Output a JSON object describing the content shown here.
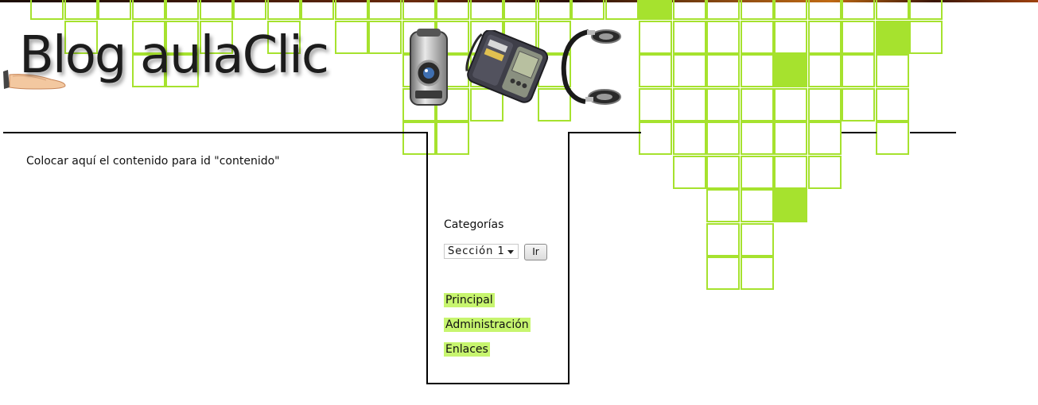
{
  "header": {
    "logo_title": "Blog aulaClic",
    "decor_icons": [
      "hand-icon",
      "camera-icon",
      "organizer-icon",
      "headphones-icon"
    ]
  },
  "content": {
    "placeholder_text": "Colocar aquí el contenido para id \"contenido\""
  },
  "sidebar": {
    "categories_heading": "Categorías",
    "category_select": {
      "selected": "Sección 1"
    },
    "go_button_label": "Ir",
    "links": [
      {
        "label": "Principal"
      },
      {
        "label": "Administración"
      },
      {
        "label": "Enlaces"
      }
    ]
  },
  "colors": {
    "grid_green": "#a6e22e",
    "link_highlight": "#c7f56f",
    "border_black": "#000000"
  }
}
